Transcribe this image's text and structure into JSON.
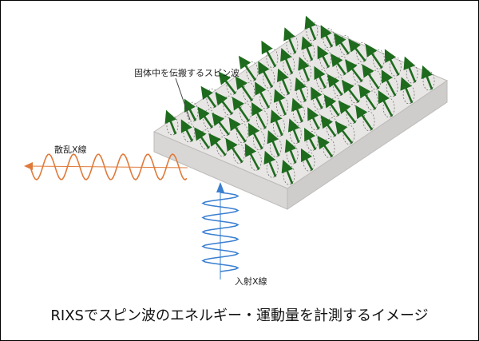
{
  "labels": {
    "spin_wave": "固体中を伝搬するスピン波",
    "scattered_xray": "散乱X線",
    "incident_xray": "入射X線"
  },
  "caption": "RIXSでスピン波のエネルギー・運動量を計測するイメージ",
  "colors": {
    "slab_top": "#e8e6e4",
    "slab_front": "#d9d7d5",
    "slab_side": "#cfcdcb",
    "arrow": "#1e6b1e",
    "scattered_wave": "#e07a3a",
    "incident_wave": "#3a7fd0",
    "dash": "#666666"
  },
  "icons": {
    "spin": "green-arrow-icon",
    "precession": "dashed-ellipse-icon"
  }
}
